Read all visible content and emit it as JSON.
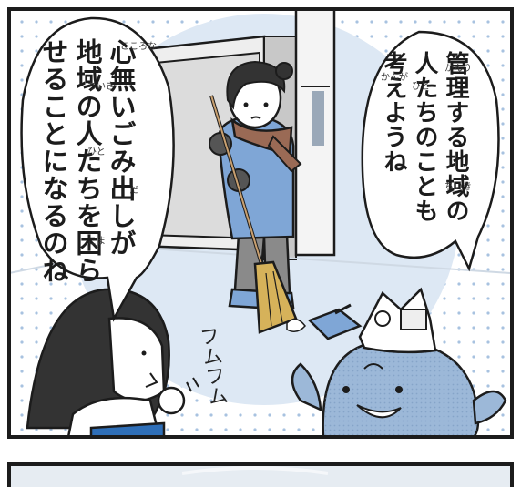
{
  "panel_top": {
    "speech_left": {
      "lines": [
        "心無いごみ出しが",
        "地域の人たちを困ら",
        "せることになるのね"
      ],
      "furigana": [
        "こころな",
        "ちいき",
        "ひと",
        "だ",
        "こま"
      ]
    },
    "speech_right": {
      "lines": [
        "管理する地域の",
        "人たちのことも",
        "考えようね"
      ],
      "furigana": [
        "かんり",
        "ひと",
        "ちいき",
        "かんが"
      ]
    },
    "sound_effect": "フムフム"
  },
  "colors": {
    "outline": "#1c1c1c",
    "dots": "#a8c2e0",
    "glow": "#dde8f4",
    "coat": "#7fa6d6",
    "mascot": "#9cb8d8",
    "pants": "#8a8a8a",
    "panel2": "#e6ecf2"
  }
}
